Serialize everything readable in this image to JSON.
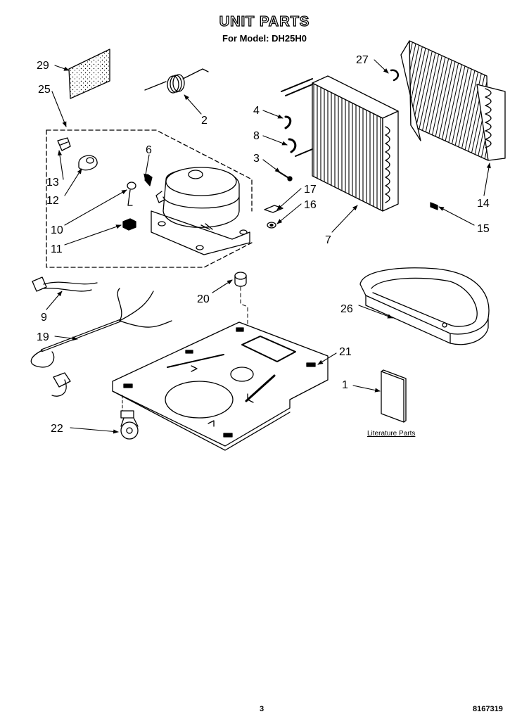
{
  "title": "UNIT PARTS",
  "subtitle": "For Model: DH25H0",
  "page_number": "3",
  "document_number": "8167319",
  "literature_label": "Literature Parts",
  "callouts": {
    "c1": "1",
    "c2": "2",
    "c3": "3",
    "c4": "4",
    "c6": "6",
    "c7": "7",
    "c8": "8",
    "c9": "9",
    "c10": "10",
    "c11": "11",
    "c12": "12",
    "c13": "13",
    "c14": "14",
    "c15": "15",
    "c16": "16",
    "c17": "17",
    "c19": "19",
    "c20": "20",
    "c21": "21",
    "c22": "22",
    "c25": "25",
    "c26": "26",
    "c27": "27",
    "c29": "29"
  }
}
